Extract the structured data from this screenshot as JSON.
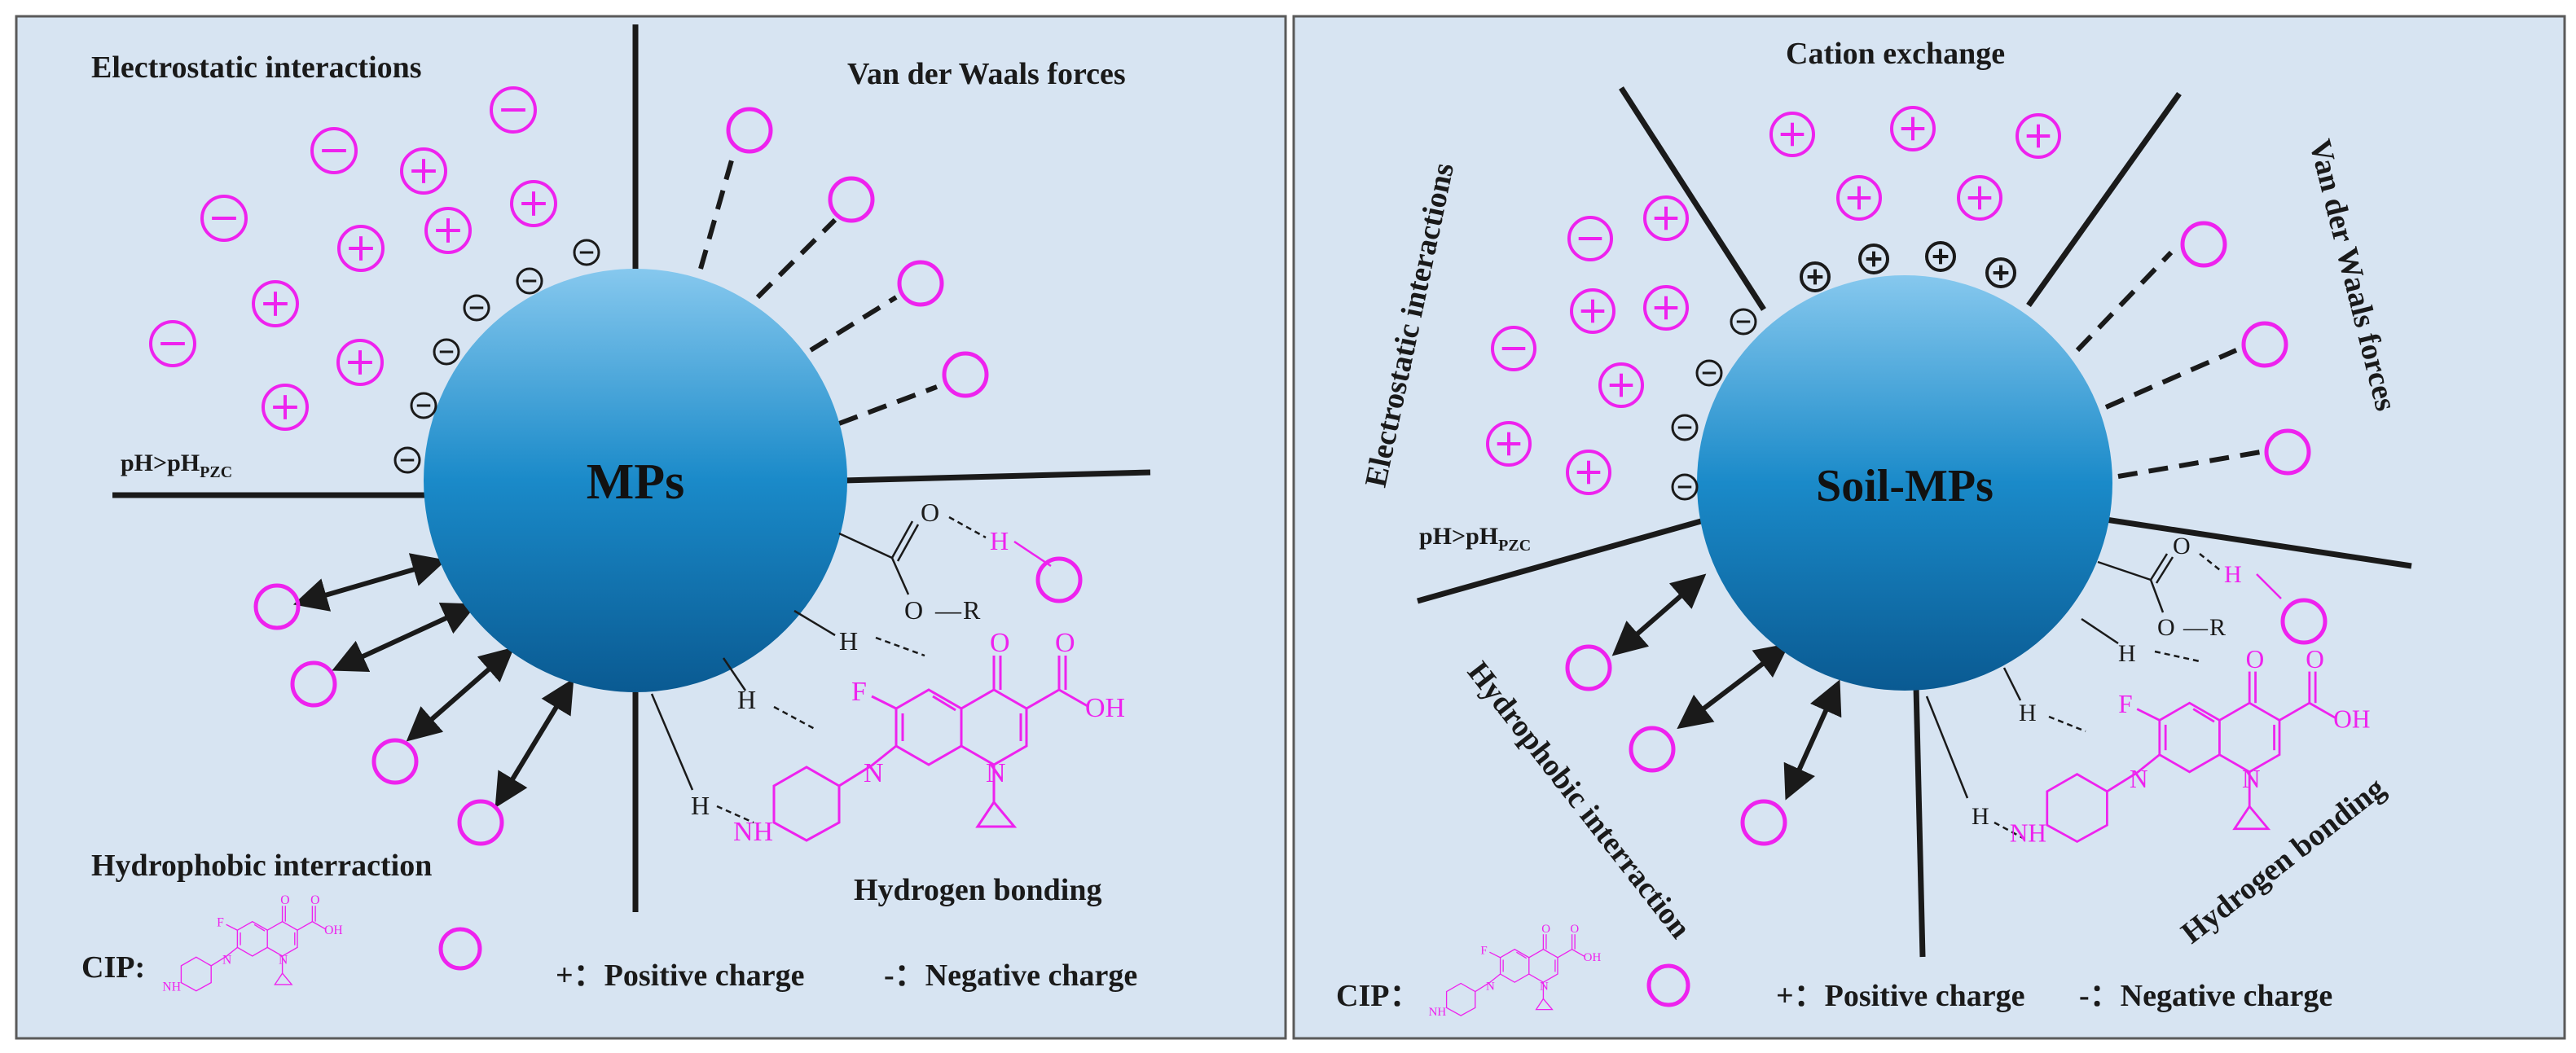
{
  "colors": {
    "panel_bg": "#d7e4f2",
    "border": "#5a5a5a",
    "cip_magenta": "#ee22ee",
    "sphere_light": "#7fc4ec",
    "sphere_dark": "#0d5f9a",
    "ink": "#1a1a1a"
  },
  "left_panel": {
    "sphere_label": "MPs",
    "electrostatic_label": "Electrostatic interactions",
    "vdw_label": "Van der Waals forces",
    "ph_main": "pH>pH",
    "ph_sub": "PZC",
    "hydrophobic_label": "Hydrophobic interraction",
    "hbond_label": "Hydrogen bonding"
  },
  "right_panel": {
    "sphere_label": "Soil-MPs",
    "cation_label": "Cation exchange",
    "electrostatic_label": "Electrostatic interactions",
    "vdw_label": "Van der Waals forces",
    "ph_main": "pH>pH",
    "ph_sub": "PZC",
    "hydrophobic_label": "Hydrophobic interraction",
    "hbond_label": "Hydrogen bonding"
  },
  "legend": {
    "cip_label_left": "CIP:",
    "cip_label_right": "CIP：",
    "pos_symbol": "+",
    "pos_text": "：Positive charge",
    "neg_symbol": "-",
    "neg_text": "：Negative charge"
  },
  "chem": {
    "O": "O",
    "OH": "OH",
    "OR": "O—R",
    "R": "R",
    "H": "H",
    "F": "F",
    "N": "N",
    "NH": "NH",
    "plus": "+",
    "minus": "−"
  }
}
